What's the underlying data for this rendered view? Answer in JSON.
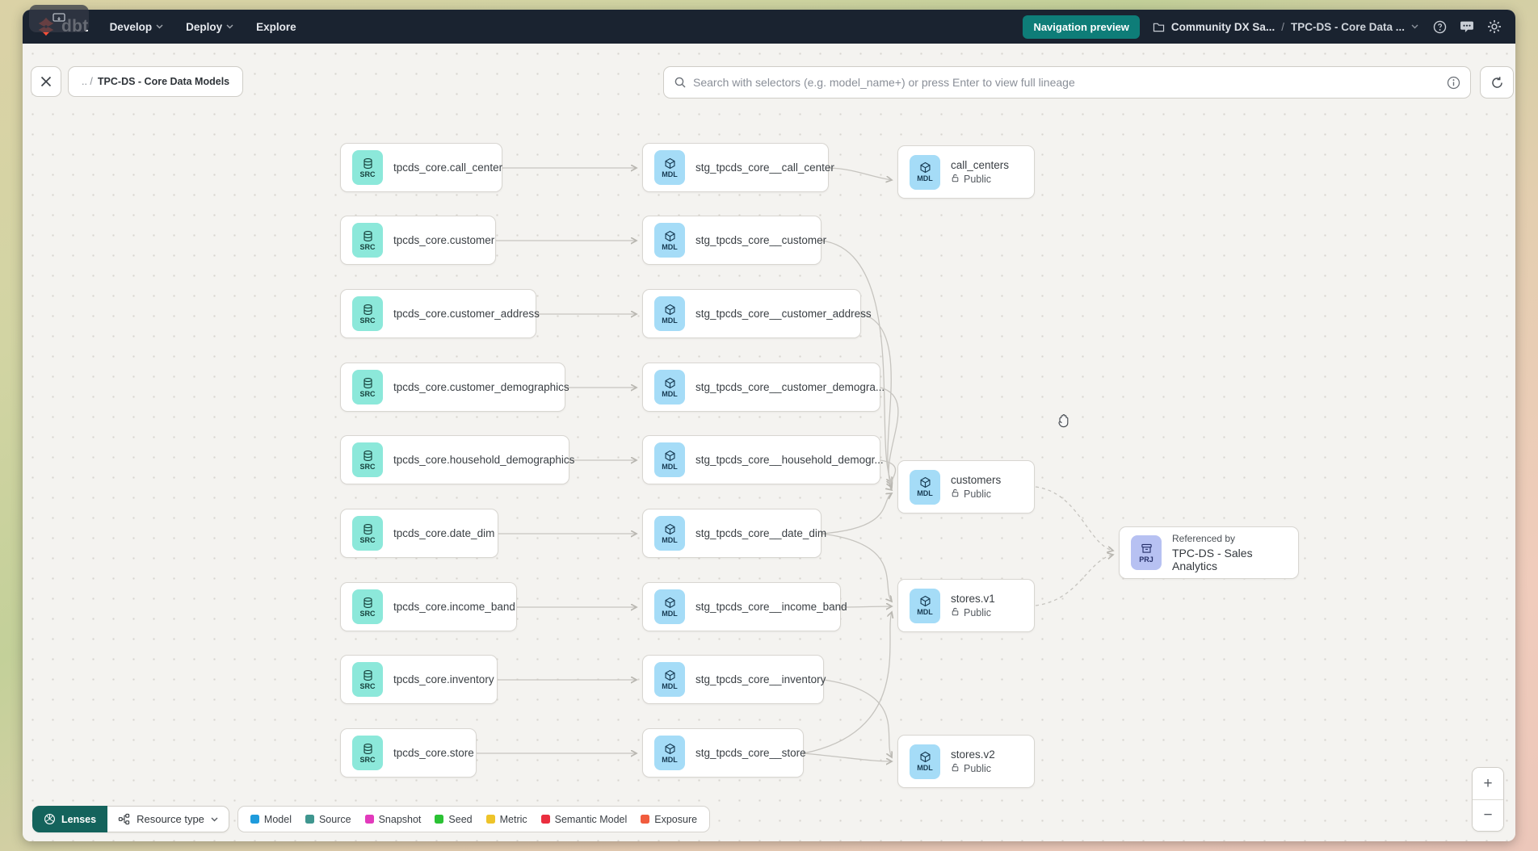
{
  "navbar": {
    "logo_text": "dbt",
    "menus": [
      {
        "label": "Develop"
      },
      {
        "label": "Deploy"
      },
      {
        "label": "Explore"
      }
    ],
    "preview_button": "Navigation preview",
    "breadcrumb": {
      "project": "Community DX Sa...",
      "separator": "/",
      "page": "TPC-DS - Core Data ..."
    },
    "colors": {
      "navbar_bg": "#1a2330",
      "preview_button_bg": "#0e7d78"
    }
  },
  "toolbar": {
    "breadcrumb_prefix": ".. /",
    "breadcrumb_name": "TPC-DS - Core Data Models",
    "search_placeholder": "Search with selectors (e.g. model_name+) or press Enter to view full lineage"
  },
  "graph": {
    "sources": [
      {
        "badge": "SRC",
        "label": "tpcds_core.call_center"
      },
      {
        "badge": "SRC",
        "label": "tpcds_core.customer"
      },
      {
        "badge": "SRC",
        "label": "tpcds_core.customer_address"
      },
      {
        "badge": "SRC",
        "label": "tpcds_core.customer_demographics"
      },
      {
        "badge": "SRC",
        "label": "tpcds_core.household_demographics"
      },
      {
        "badge": "SRC",
        "label": "tpcds_core.date_dim"
      },
      {
        "badge": "SRC",
        "label": "tpcds_core.income_band"
      },
      {
        "badge": "SRC",
        "label": "tpcds_core.inventory"
      },
      {
        "badge": "SRC",
        "label": "tpcds_core.store"
      }
    ],
    "staging": [
      {
        "badge": "MDL",
        "label": "stg_tpcds_core__call_center"
      },
      {
        "badge": "MDL",
        "label": "stg_tpcds_core__customer"
      },
      {
        "badge": "MDL",
        "label": "stg_tpcds_core__customer_address"
      },
      {
        "badge": "MDL",
        "label": "stg_tpcds_core__customer_demogra..."
      },
      {
        "badge": "MDL",
        "label": "stg_tpcds_core__household_demogr..."
      },
      {
        "badge": "MDL",
        "label": "stg_tpcds_core__date_dim"
      },
      {
        "badge": "MDL",
        "label": "stg_tpcds_core__income_band"
      },
      {
        "badge": "MDL",
        "label": "stg_tpcds_core__inventory"
      },
      {
        "badge": "MDL",
        "label": "stg_tpcds_core__store"
      }
    ],
    "public_models": [
      {
        "badge": "MDL",
        "label": "call_centers",
        "access": "Public"
      },
      {
        "badge": "MDL",
        "label": "customers",
        "access": "Public"
      },
      {
        "badge": "MDL",
        "label": "stores.v1",
        "access": "Public"
      },
      {
        "badge": "MDL",
        "label": "stores.v2",
        "access": "Public"
      }
    ],
    "project_node": {
      "badge": "PRJ",
      "title": "Referenced by",
      "label": "TPC-DS - Sales Analytics"
    }
  },
  "footer": {
    "lenses_label": "Lenses",
    "resource_type_label": "Resource type",
    "legend": [
      {
        "label": "Model",
        "color": "#1f9bdc"
      },
      {
        "label": "Source",
        "color": "#3f968f"
      },
      {
        "label": "Snapshot",
        "color": "#e23abc"
      },
      {
        "label": "Seed",
        "color": "#2bc234"
      },
      {
        "label": "Metric",
        "color": "#eec42a"
      },
      {
        "label": "Semantic Model",
        "color": "#ea2e3f"
      },
      {
        "label": "Exposure",
        "color": "#f15c3e"
      }
    ]
  },
  "zoom_controls": {
    "zoom_in": "+",
    "zoom_out": "−"
  }
}
